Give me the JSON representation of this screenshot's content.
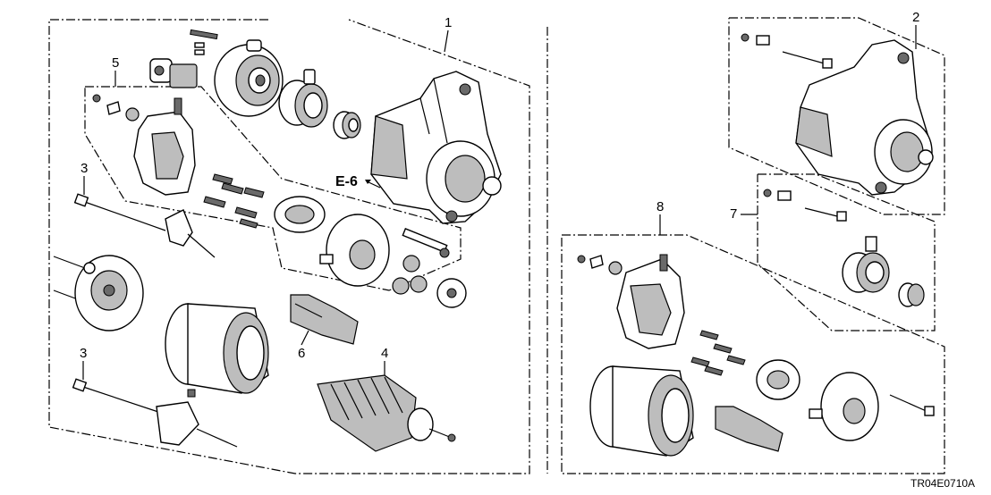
{
  "callouts": {
    "c1": "1",
    "c2": "2",
    "c3a": "3",
    "c3b": "3",
    "c4": "4",
    "c5": "5",
    "c6": "6",
    "c7": "7",
    "c8": "8"
  },
  "reference": "E-6",
  "diagram_code": "TR04E0710A"
}
